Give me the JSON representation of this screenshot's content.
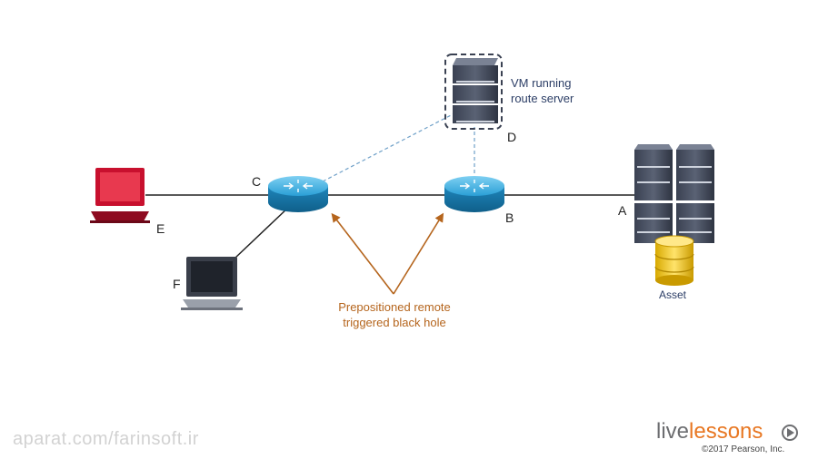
{
  "nodes": {
    "a": "A",
    "b": "B",
    "c": "C",
    "d": "D",
    "e": "E",
    "f": "F"
  },
  "vm_label": {
    "line1": "VM running",
    "line2": "route server"
  },
  "rtbh_label": {
    "line1": "Prepositioned remote",
    "line2": "triggered black hole"
  },
  "asset_label": "Asset",
  "watermark": "aparat.com/farinsoft.ir",
  "brand": {
    "part1": "live",
    "part2": "lessons",
    "copyright": "©2017 Pearson, Inc."
  },
  "colors": {
    "link": "#222222",
    "dashed_link": "#6fa0c8",
    "arrow": "#b5651d",
    "router": "#2a9fd6",
    "laptop_e": "#c8102e",
    "brand_orange": "#e87722"
  },
  "icons": [
    "router-icon",
    "server-icon",
    "laptop-icon",
    "database-icon",
    "play-icon"
  ]
}
